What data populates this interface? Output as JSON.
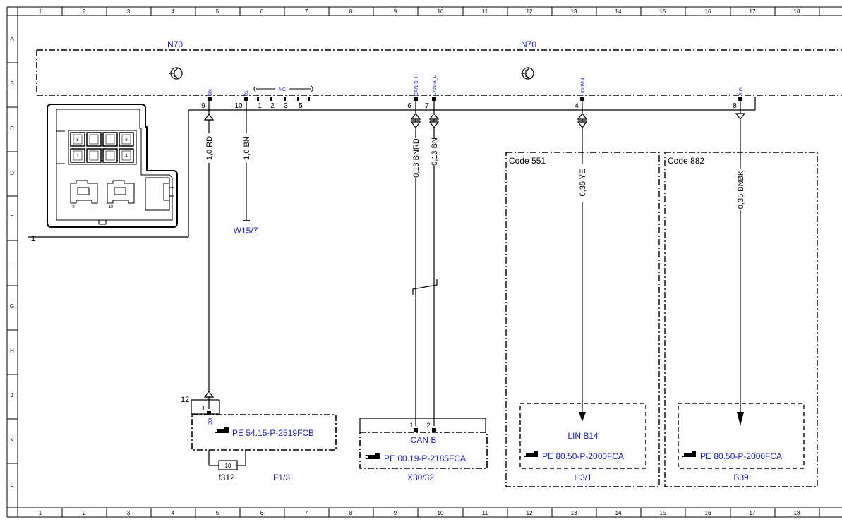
{
  "grid": {
    "columns": [
      "1",
      "2",
      "3",
      "4",
      "5",
      "6",
      "7",
      "8",
      "9",
      "10",
      "11",
      "12",
      "13",
      "14",
      "15",
      "16",
      "17",
      "18"
    ],
    "rows": [
      "A",
      "B",
      "C",
      "D",
      "E",
      "F",
      "G",
      "H",
      "J",
      "K",
      "L"
    ]
  },
  "module": {
    "name_left": "N70",
    "name_right": "N70",
    "item_number": "1",
    "connector_cavities": {
      "c5": "5",
      "c8": "8",
      "c1": "1",
      "c4": "4",
      "c9": "9",
      "c10": "10"
    }
  },
  "pins": {
    "p30t": {
      "signal": "30t",
      "number": "9"
    },
    "p31": {
      "signal": "31",
      "number": "10"
    },
    "nc": {
      "signal": "NC",
      "n1": "1",
      "n2": "2",
      "n3": "3",
      "n5": "5"
    },
    "canh": {
      "signal": "CAN-B_H",
      "number": "6"
    },
    "canl": {
      "signal": "CAN-B_L",
      "number": "7"
    },
    "lin": {
      "signal": "LIN-B14",
      "number": "4"
    },
    "sig": {
      "signal": "SIG",
      "number": "8"
    }
  },
  "wires": {
    "w30t": "1,0 RD",
    "w31": "1,0 BN",
    "wcanh": "0,13 BNRD",
    "wcanl": "0,13 BN",
    "wlin": "0,35 YE",
    "wsig": "0,35 BNBK"
  },
  "ground": "W15/7",
  "codes": {
    "left": "Code 551",
    "right": "Code 882"
  },
  "fuse_block": {
    "pin_num": "12",
    "pin_cavity": "1",
    "pin_signal": "30t",
    "ref": "PE 54.15-P-2519FCB",
    "fuse_value": "10",
    "fuse_name": "f312",
    "label": "F1/3"
  },
  "can_block": {
    "pin1": "1",
    "pin2": "2",
    "title": "CAN B",
    "ref": "PE 00.19-P-2185FCA",
    "label": "X30/32"
  },
  "lin_block": {
    "title": "LIN B14",
    "ref": "PE 80.50-P-2000FCA",
    "label": "H3/1"
  },
  "sensor_block": {
    "ref": "PE 80.50-P-2000FCA",
    "label": "B39"
  }
}
